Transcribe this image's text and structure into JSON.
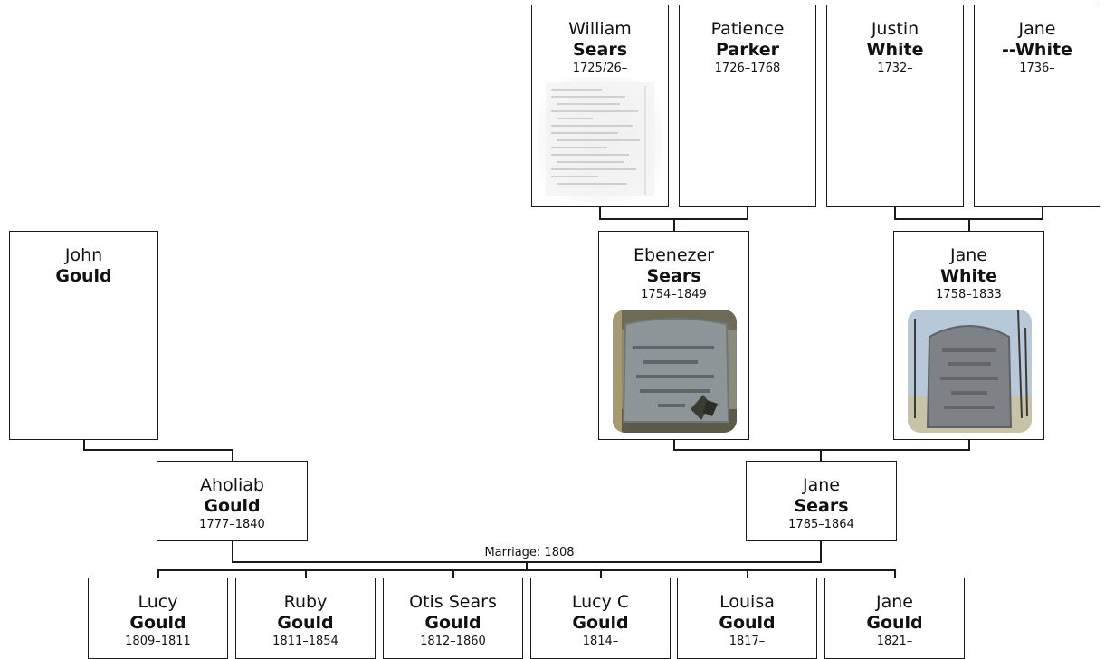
{
  "people": {
    "william_sears": {
      "given": "William",
      "surname": "Sears",
      "dates": "1725/26–"
    },
    "patience_parker": {
      "given": "Patience",
      "surname": "Parker",
      "dates": "1726–1768"
    },
    "justin_white": {
      "given": "Justin",
      "surname": "White",
      "dates": "1732–"
    },
    "jane_white_gp": {
      "given": "Jane",
      "surname": "--White",
      "dates": "1736–"
    },
    "john_gould": {
      "given": "John",
      "surname": "Gould",
      "dates": ""
    },
    "ebenezer_sears": {
      "given": "Ebenezer",
      "surname": "Sears",
      "dates": "1754–1849"
    },
    "jane_white": {
      "given": "Jane",
      "surname": "White",
      "dates": "1758–1833"
    },
    "aholiab_gould": {
      "given": "Aholiab",
      "surname": "Gould",
      "dates": "1777–1840"
    },
    "jane_sears": {
      "given": "Jane",
      "surname": "Sears",
      "dates": "1785–1864"
    }
  },
  "marriage": {
    "label": "Marriage: 1808"
  },
  "children": [
    {
      "given": "Lucy",
      "surname": "Gould",
      "dates": "1809–1811"
    },
    {
      "given": "Ruby",
      "surname": "Gould",
      "dates": "1811–1854"
    },
    {
      "given": "Otis Sears",
      "surname": "Gould",
      "dates": "1812–1860"
    },
    {
      "given": "Lucy C",
      "surname": "Gould",
      "dates": "1814–"
    },
    {
      "given": "Louisa",
      "surname": "Gould",
      "dates": "1817–"
    },
    {
      "given": "Jane",
      "surname": "Gould",
      "dates": "1821–"
    }
  ]
}
